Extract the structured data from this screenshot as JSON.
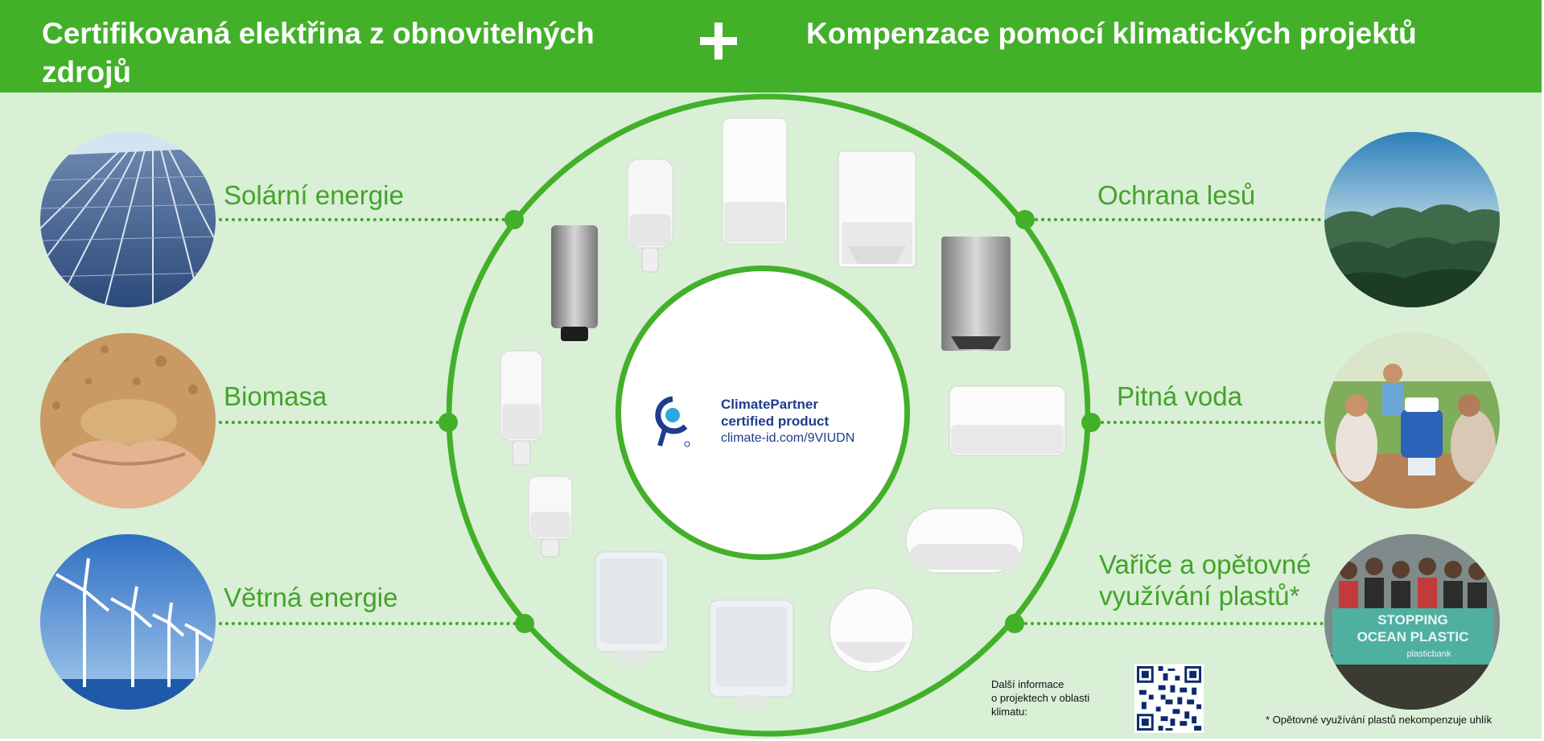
{
  "header": {
    "left_title": "Certifikovaná elektřina z obnovitelných zdrojů",
    "right_title": "Kompenzace pomocí klimatických projektů",
    "plus_icon": "plus-icon",
    "bg_color": "#43b02a"
  },
  "left_items": [
    {
      "label": "Solární energie",
      "icon": "solar-panels-photo"
    },
    {
      "label": "Biomasa",
      "icon": "wood-chips-photo"
    },
    {
      "label": "Větrná energie",
      "icon": "wind-turbines-photo"
    }
  ],
  "right_items": [
    {
      "label": "Ochrana lesů",
      "icon": "forest-photo"
    },
    {
      "label": "Pitná voda",
      "icon": "water-filter-photo"
    },
    {
      "label_line1": "Vařiče a opětovné",
      "label_line2": "využívání plastů*",
      "icon": "ocean-plastic-photo"
    }
  ],
  "banner_photo_text": {
    "line1": "STOPPING",
    "line2": "OCEAN PLASTIC",
    "line3": "plasticbank"
  },
  "center": {
    "line1": "ClimatePartner",
    "line2": "certified product",
    "line3": "climate-id.com/9VIUDN",
    "logo": "climatepartner-logo"
  },
  "info": {
    "line1": "Další informace",
    "line2": "o projektech v oblasti",
    "line3": "klimatu:"
  },
  "footnote": "* Opětovné využívání plastů nekompenzuje uhlík",
  "colors": {
    "green": "#43b02a",
    "label_green": "#43a32a",
    "bg": "#d9efd6",
    "navy": "#1f3c8d"
  }
}
